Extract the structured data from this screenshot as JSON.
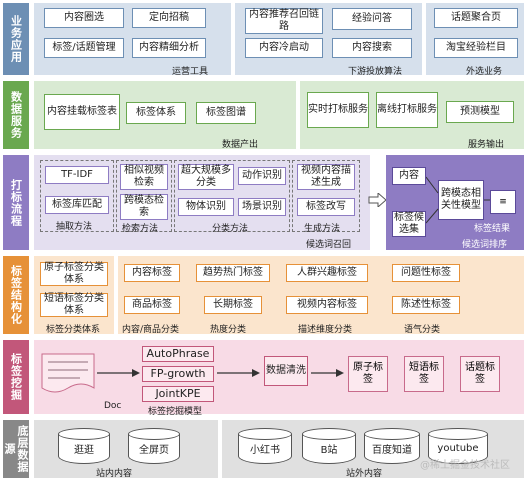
{
  "rows": {
    "biz": {
      "side": "业务应用",
      "color": "#6d8fb4",
      "band": "#d6e0ec"
    },
    "data": {
      "side": "数据服务",
      "color": "#6aa84f",
      "band": "#d9ead3"
    },
    "tagflow": {
      "side": "打标流程",
      "color": "#8e7cc3",
      "band": "#e4dff0"
    },
    "struct": {
      "side": "标签结构化",
      "color": "#e69138",
      "band": "#fbe5cd"
    },
    "mining": {
      "side": "标签挖掘",
      "color": "#c2577a",
      "band": "#f8dbe6"
    },
    "source": {
      "side": "底层数据源",
      "color": "#888888",
      "band": "#e0e0e0"
    }
  },
  "biz": {
    "ops": {
      "items": [
        "内容圈选",
        "定向招稿",
        "标签/话题管理",
        "内容精细分析"
      ],
      "caption": "运营工具"
    },
    "algo": {
      "items": [
        "内容推荐召回链路",
        "经验问答",
        "内容冷启动",
        "内容搜索"
      ],
      "caption": "下游投放算法"
    },
    "external": {
      "items": [
        "话题聚合页",
        "淘宝经验栏目"
      ],
      "caption": "外选业务"
    }
  },
  "dataservice": {
    "produce": {
      "items": [
        "内容挂载标签表",
        "标签体系",
        "标签图谱"
      ],
      "caption": "数据产出"
    },
    "output": {
      "items": [
        "实时打标服务",
        "离线打标服务",
        "预测模型"
      ],
      "caption": "服务输出"
    }
  },
  "tagflow": {
    "extract": {
      "items": [
        "TF-IDF",
        "标签库匹配"
      ],
      "caption": "抽取方法"
    },
    "retrieve": {
      "items": [
        "相似视频检索",
        "跨模态检索"
      ],
      "caption": "检索方法"
    },
    "classify": {
      "items": [
        "超大规模多分类",
        "动作识别",
        "物体识别",
        "场景识别"
      ],
      "caption": "分类方法"
    },
    "generate": {
      "items": [
        "视频内容描述生成",
        "标签改写"
      ],
      "caption": "生成方法"
    },
    "recall_caption": "候选词召回",
    "rank": {
      "content": "内容",
      "candidates": "标签候选集",
      "model": "跨模态相关性模型",
      "result": "标签结果",
      "caption": "候选词排序"
    }
  },
  "struct": {
    "system": {
      "items": [
        "原子标签分类体系",
        "短语标签分类体系"
      ],
      "caption": "标签分类体系"
    },
    "contentProduct": {
      "items": [
        "内容标签",
        "商品标签"
      ],
      "caption": "内容/商品分类"
    },
    "heat": {
      "items": [
        "趋势热门标签",
        "长期标签"
      ],
      "caption": "热度分类"
    },
    "desc": {
      "items": [
        "人群兴趣标签",
        "视频内容标签"
      ],
      "caption": "描述维度分类"
    },
    "tone": {
      "items": [
        "问题性标签",
        "陈述性标签"
      ],
      "caption": "语气分类"
    }
  },
  "mining": {
    "doc": "Doc",
    "models": [
      "AutoPhrase",
      "FP-growth",
      "JointKPE"
    ],
    "models_caption": "标签挖掘模型",
    "clean": "数据清洗",
    "outputs": [
      "原子标签",
      "短语标签",
      "话题标签"
    ]
  },
  "source": {
    "internal": {
      "items": [
        "逛逛",
        "全屏页"
      ],
      "caption": "站内内容"
    },
    "external": {
      "items": [
        "小红书",
        "B站",
        "百度知道",
        "youtube"
      ],
      "caption": "站外内容"
    },
    "watermark": "@稀土掘金技术社区"
  }
}
